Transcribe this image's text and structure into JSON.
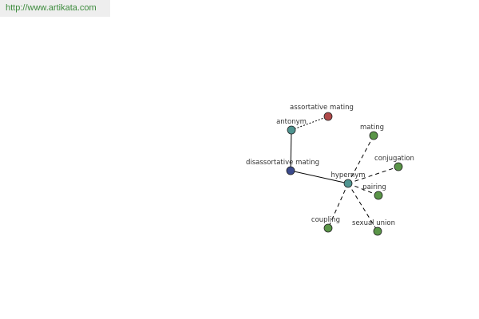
{
  "header": {
    "url": "http://www.artikata.com"
  },
  "colors": {
    "center": "#3b4a8c",
    "relation": "#4f9490",
    "antonym": "#b04a4a",
    "hypernym": "#5a9548",
    "edge": "#000000",
    "node_stroke": "#222222",
    "url_bg": "#eeeeee",
    "url_text": "#3a8a3a"
  },
  "graph": {
    "nodes": [
      {
        "id": "disassortative-mating",
        "label": "disassortative mating",
        "kind": "center"
      },
      {
        "id": "antonym",
        "label": "antonym",
        "kind": "relation"
      },
      {
        "id": "assortative-mating",
        "label": "assortative mating",
        "kind": "antonym"
      },
      {
        "id": "hypernym",
        "label": "hypernym",
        "kind": "relation"
      },
      {
        "id": "mating",
        "label": "mating",
        "kind": "hypernym"
      },
      {
        "id": "conjugation",
        "label": "conjugation",
        "kind": "hypernym"
      },
      {
        "id": "pairing",
        "label": "pairing",
        "kind": "hypernym"
      },
      {
        "id": "sexual-union",
        "label": "sexual union",
        "kind": "hypernym"
      },
      {
        "id": "coupling",
        "label": "coupling",
        "kind": "hypernym"
      }
    ],
    "edges": [
      {
        "from": "disassortative-mating",
        "to": "antonym",
        "style": "solid"
      },
      {
        "from": "disassortative-mating",
        "to": "hypernym",
        "style": "solid"
      },
      {
        "from": "antonym",
        "to": "assortative-mating",
        "style": "dotted"
      },
      {
        "from": "hypernym",
        "to": "mating",
        "style": "dashed"
      },
      {
        "from": "hypernym",
        "to": "conjugation",
        "style": "dashed"
      },
      {
        "from": "hypernym",
        "to": "pairing",
        "style": "dashed"
      },
      {
        "from": "hypernym",
        "to": "sexual-union",
        "style": "dashed"
      },
      {
        "from": "hypernym",
        "to": "coupling",
        "style": "dashed"
      }
    ]
  }
}
